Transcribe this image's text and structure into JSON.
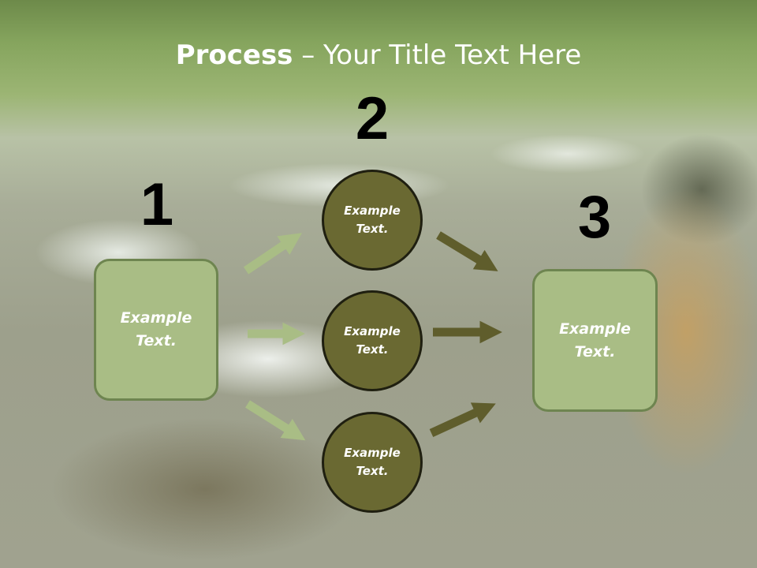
{
  "title": {
    "bold": "Process",
    "rest": " – Your Title Text Here"
  },
  "steps": [
    {
      "number": "1"
    },
    {
      "number": "2"
    },
    {
      "number": "3"
    }
  ],
  "nodes": {
    "start_box": "Example\nText.",
    "circle_top": "Example\nText.",
    "circle_mid": "Example\nText.",
    "circle_bottom": "Example\nText.",
    "end_box": "Example\nText."
  },
  "colors": {
    "box_fill": "#a9bd85",
    "box_border": "#6e8550",
    "circle_fill": "#6a6932",
    "circle_border": "#1f1f10",
    "arrow_light": "#a9bd85",
    "arrow_dark": "#5f5d2c"
  }
}
